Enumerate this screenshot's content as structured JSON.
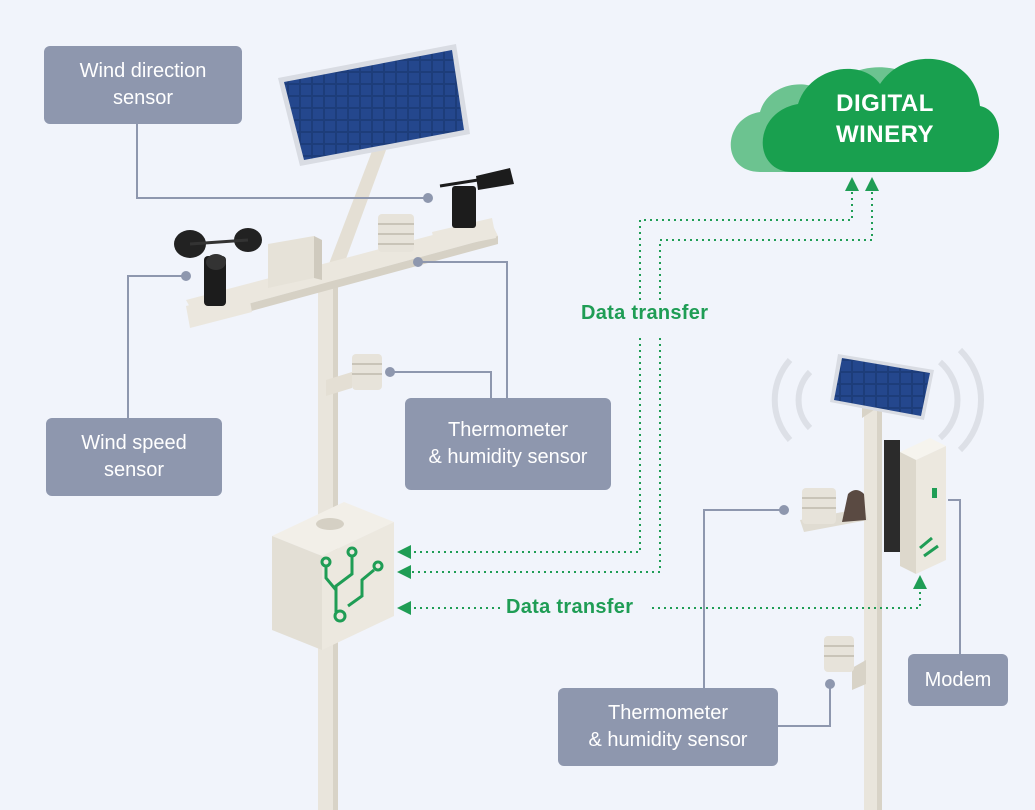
{
  "cloud": {
    "line1": "DIGITAL",
    "line2": "WINERY"
  },
  "labels": {
    "wind_direction": {
      "line1": "Wind direction",
      "line2": "sensor"
    },
    "wind_speed": {
      "line1": "Wind speed",
      "line2": "sensor"
    },
    "thermo_main": {
      "line1": "Thermometer",
      "line2": "& humidity sensor"
    },
    "thermo_node": {
      "line1": "Thermometer",
      "line2": "& humidity sensor"
    },
    "modem": "Modem"
  },
  "data_transfer": {
    "upper": "Data transfer",
    "lower": "Data transfer"
  },
  "colors": {
    "accent_green": "#1f9d55",
    "callout_bg": "#8e97ae",
    "background": "#f1f4fb"
  }
}
